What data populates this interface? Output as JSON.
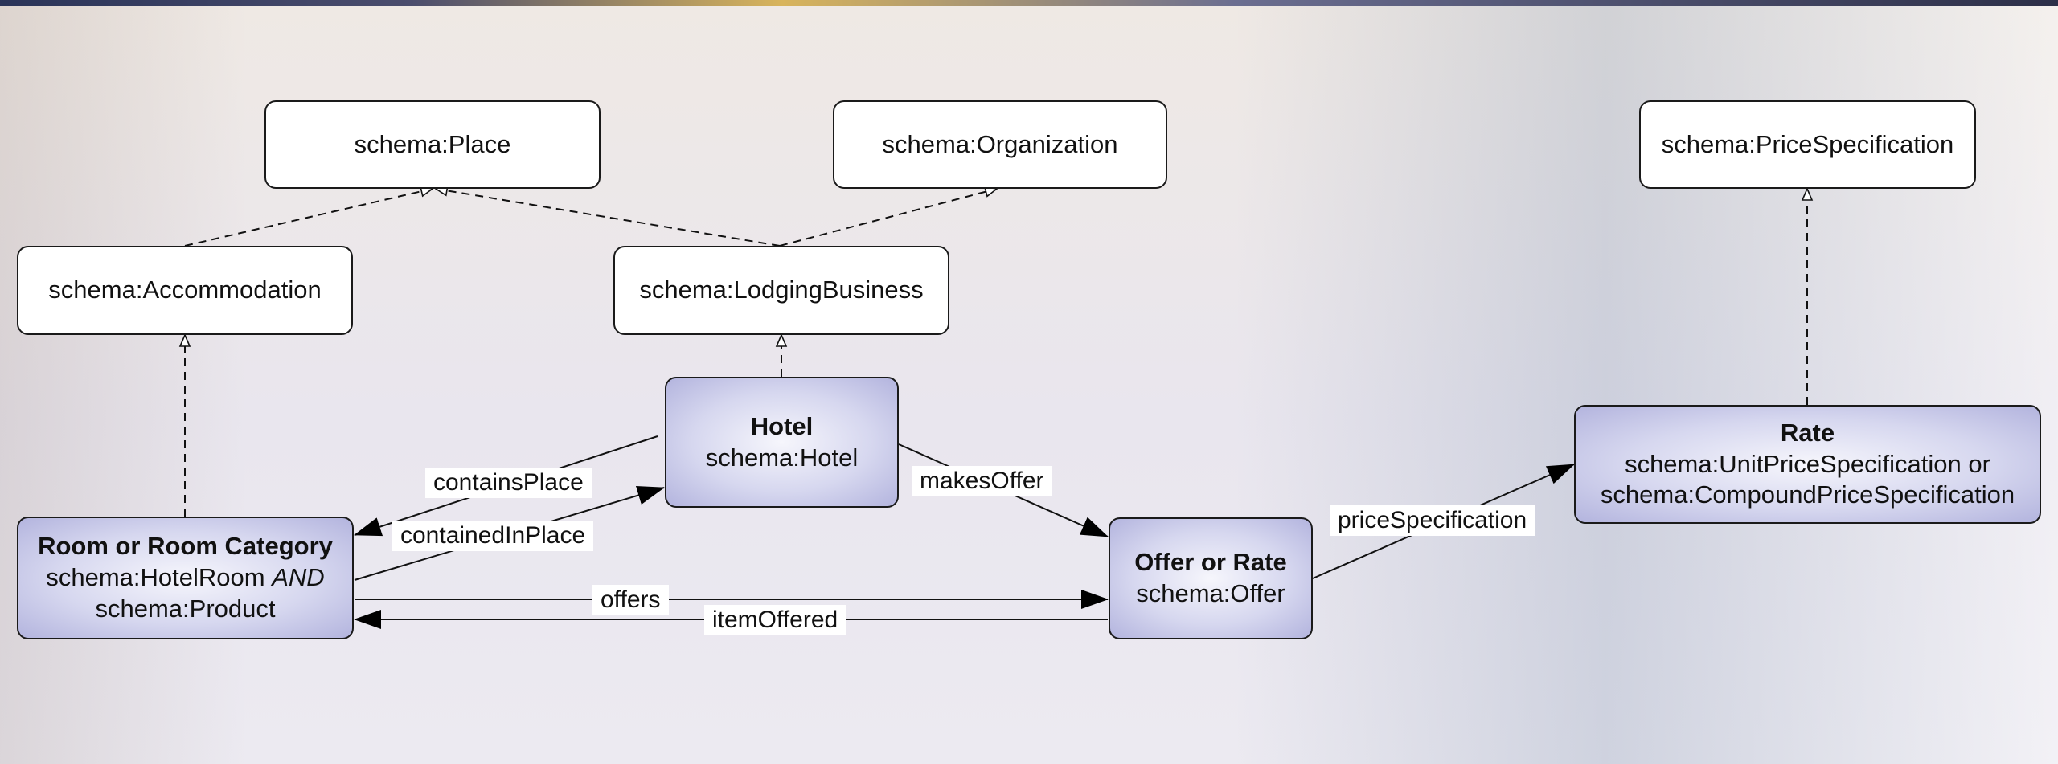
{
  "nodes": {
    "place": {
      "lines": [
        "schema:Place"
      ]
    },
    "organization": {
      "lines": [
        "schema:Organization"
      ]
    },
    "price_specification": {
      "lines": [
        "schema:PriceSpecification"
      ]
    },
    "accommodation": {
      "lines": [
        "schema:Accommodation"
      ]
    },
    "lodging_business": {
      "lines": [
        "schema:LodgingBusiness"
      ]
    },
    "hotel": {
      "title": "Hotel",
      "lines": [
        "schema:Hotel"
      ]
    },
    "rate": {
      "title": "Rate",
      "lines": [
        "schema:UnitPriceSpecification or",
        "schema:CompoundPriceSpecification"
      ]
    },
    "room": {
      "title": "Room or Room Category",
      "line1": "schema:HotelRoom",
      "line1_emphasis": "AND",
      "line2": "schema:Product"
    },
    "offer": {
      "title": "Offer or Rate",
      "lines": [
        "schema:Offer"
      ]
    }
  },
  "edges": {
    "contains_place": "containsPlace",
    "contained_in_place": "containedInPlace",
    "makes_offer": "makesOffer",
    "price_specification": "priceSpecification",
    "offers": "offers",
    "item_offered": "itemOffered"
  }
}
